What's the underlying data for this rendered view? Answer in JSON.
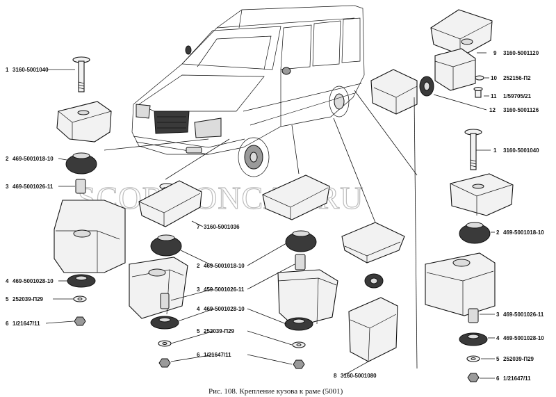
{
  "caption": "Рис. 108. Крепление кузова к раме (5001)",
  "watermark": "SCORPIONCAR.RU",
  "callouts": [
    {
      "num": "1",
      "code": "3160-5001040"
    },
    {
      "num": "2",
      "code": "469-5001018-10"
    },
    {
      "num": "3",
      "code": "469-5001026-11"
    },
    {
      "num": "4",
      "code": "469-5001028-10"
    },
    {
      "num": "5",
      "code": "252039-П29"
    },
    {
      "num": "6",
      "code": "1/21647/11"
    },
    {
      "num": "7",
      "code": "3160-5001036"
    },
    {
      "num": "2",
      "code": "469-5001018-10"
    },
    {
      "num": "3",
      "code": "459-5001026-11"
    },
    {
      "num": "4",
      "code": "469-5001028-10"
    },
    {
      "num": "5",
      "code": "252039-П29"
    },
    {
      "num": "6",
      "code": "1/21647/11"
    },
    {
      "num": "8",
      "code": "3160-5001080"
    },
    {
      "num": "9",
      "code": "3160-5001120"
    },
    {
      "num": "10",
      "code": "252156-П2"
    },
    {
      "num": "11",
      "code": "1/59705/21"
    },
    {
      "num": "12",
      "code": "3160-5001126"
    },
    {
      "num": "1",
      "code": "3160-5001040"
    },
    {
      "num": "2",
      "code": "469-5001018-10"
    },
    {
      "num": "3",
      "code": "469-5001026-11"
    },
    {
      "num": "4",
      "code": "469-5001028-10"
    },
    {
      "num": "5",
      "code": "252039-П29"
    },
    {
      "num": "6",
      "code": "1/21647/11"
    }
  ]
}
